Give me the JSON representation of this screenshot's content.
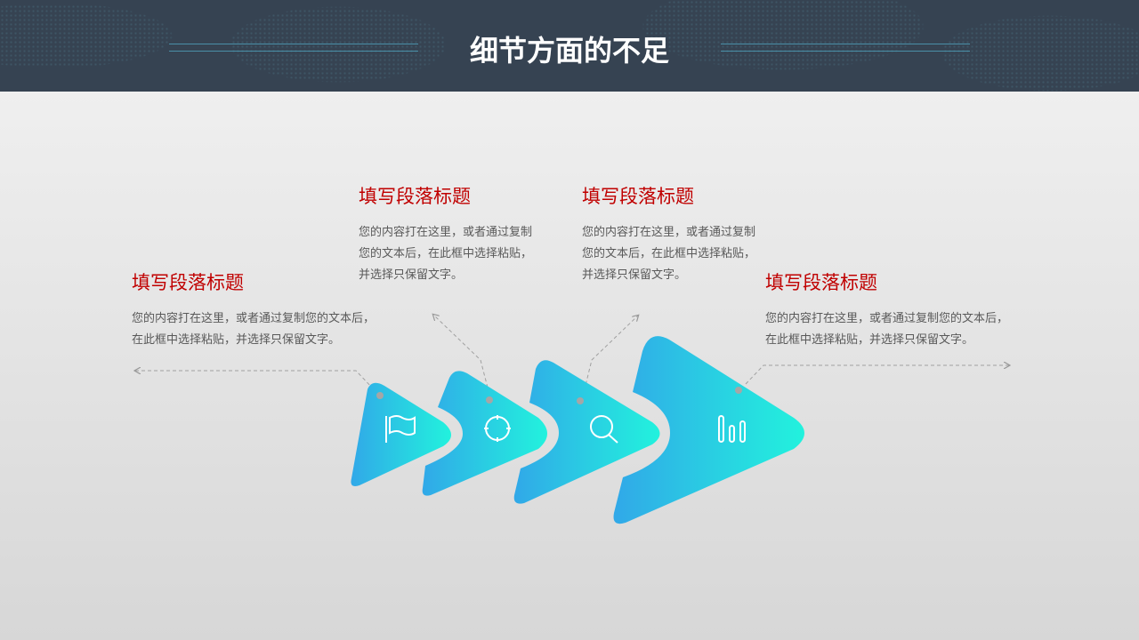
{
  "title": "细节方面的不足",
  "blocks": [
    {
      "heading": "填写段落标题",
      "lines": [
        "您的内容打在这里，或者通过复制您的文本后，",
        "在此框中选择粘贴，并选择只保留文字。"
      ]
    },
    {
      "heading": "填写段落标题",
      "lines": [
        "您的内容打在这里，或者通过复制",
        "您的文本后，在此框中选择粘贴，",
        "并选择只保留文字。"
      ]
    },
    {
      "heading": "填写段落标题",
      "lines": [
        "您的内容打在这里，或者通过复制",
        "您的文本后，在此框中选择粘贴，",
        "并选择只保留文字。"
      ]
    },
    {
      "heading": "填写段落标题",
      "lines": [
        "您的内容打在这里，或者通过复制您的文本后，",
        "在此框中选择粘贴，并选择只保留文字。"
      ]
    }
  ],
  "icons": [
    "flag-icon",
    "crosshair-icon",
    "search-icon",
    "bar-chart-icon"
  ],
  "colors": {
    "header": "#364352",
    "heading": "#c00000",
    "grad_start": "#31a8e8",
    "grad_end": "#22f2dd"
  }
}
